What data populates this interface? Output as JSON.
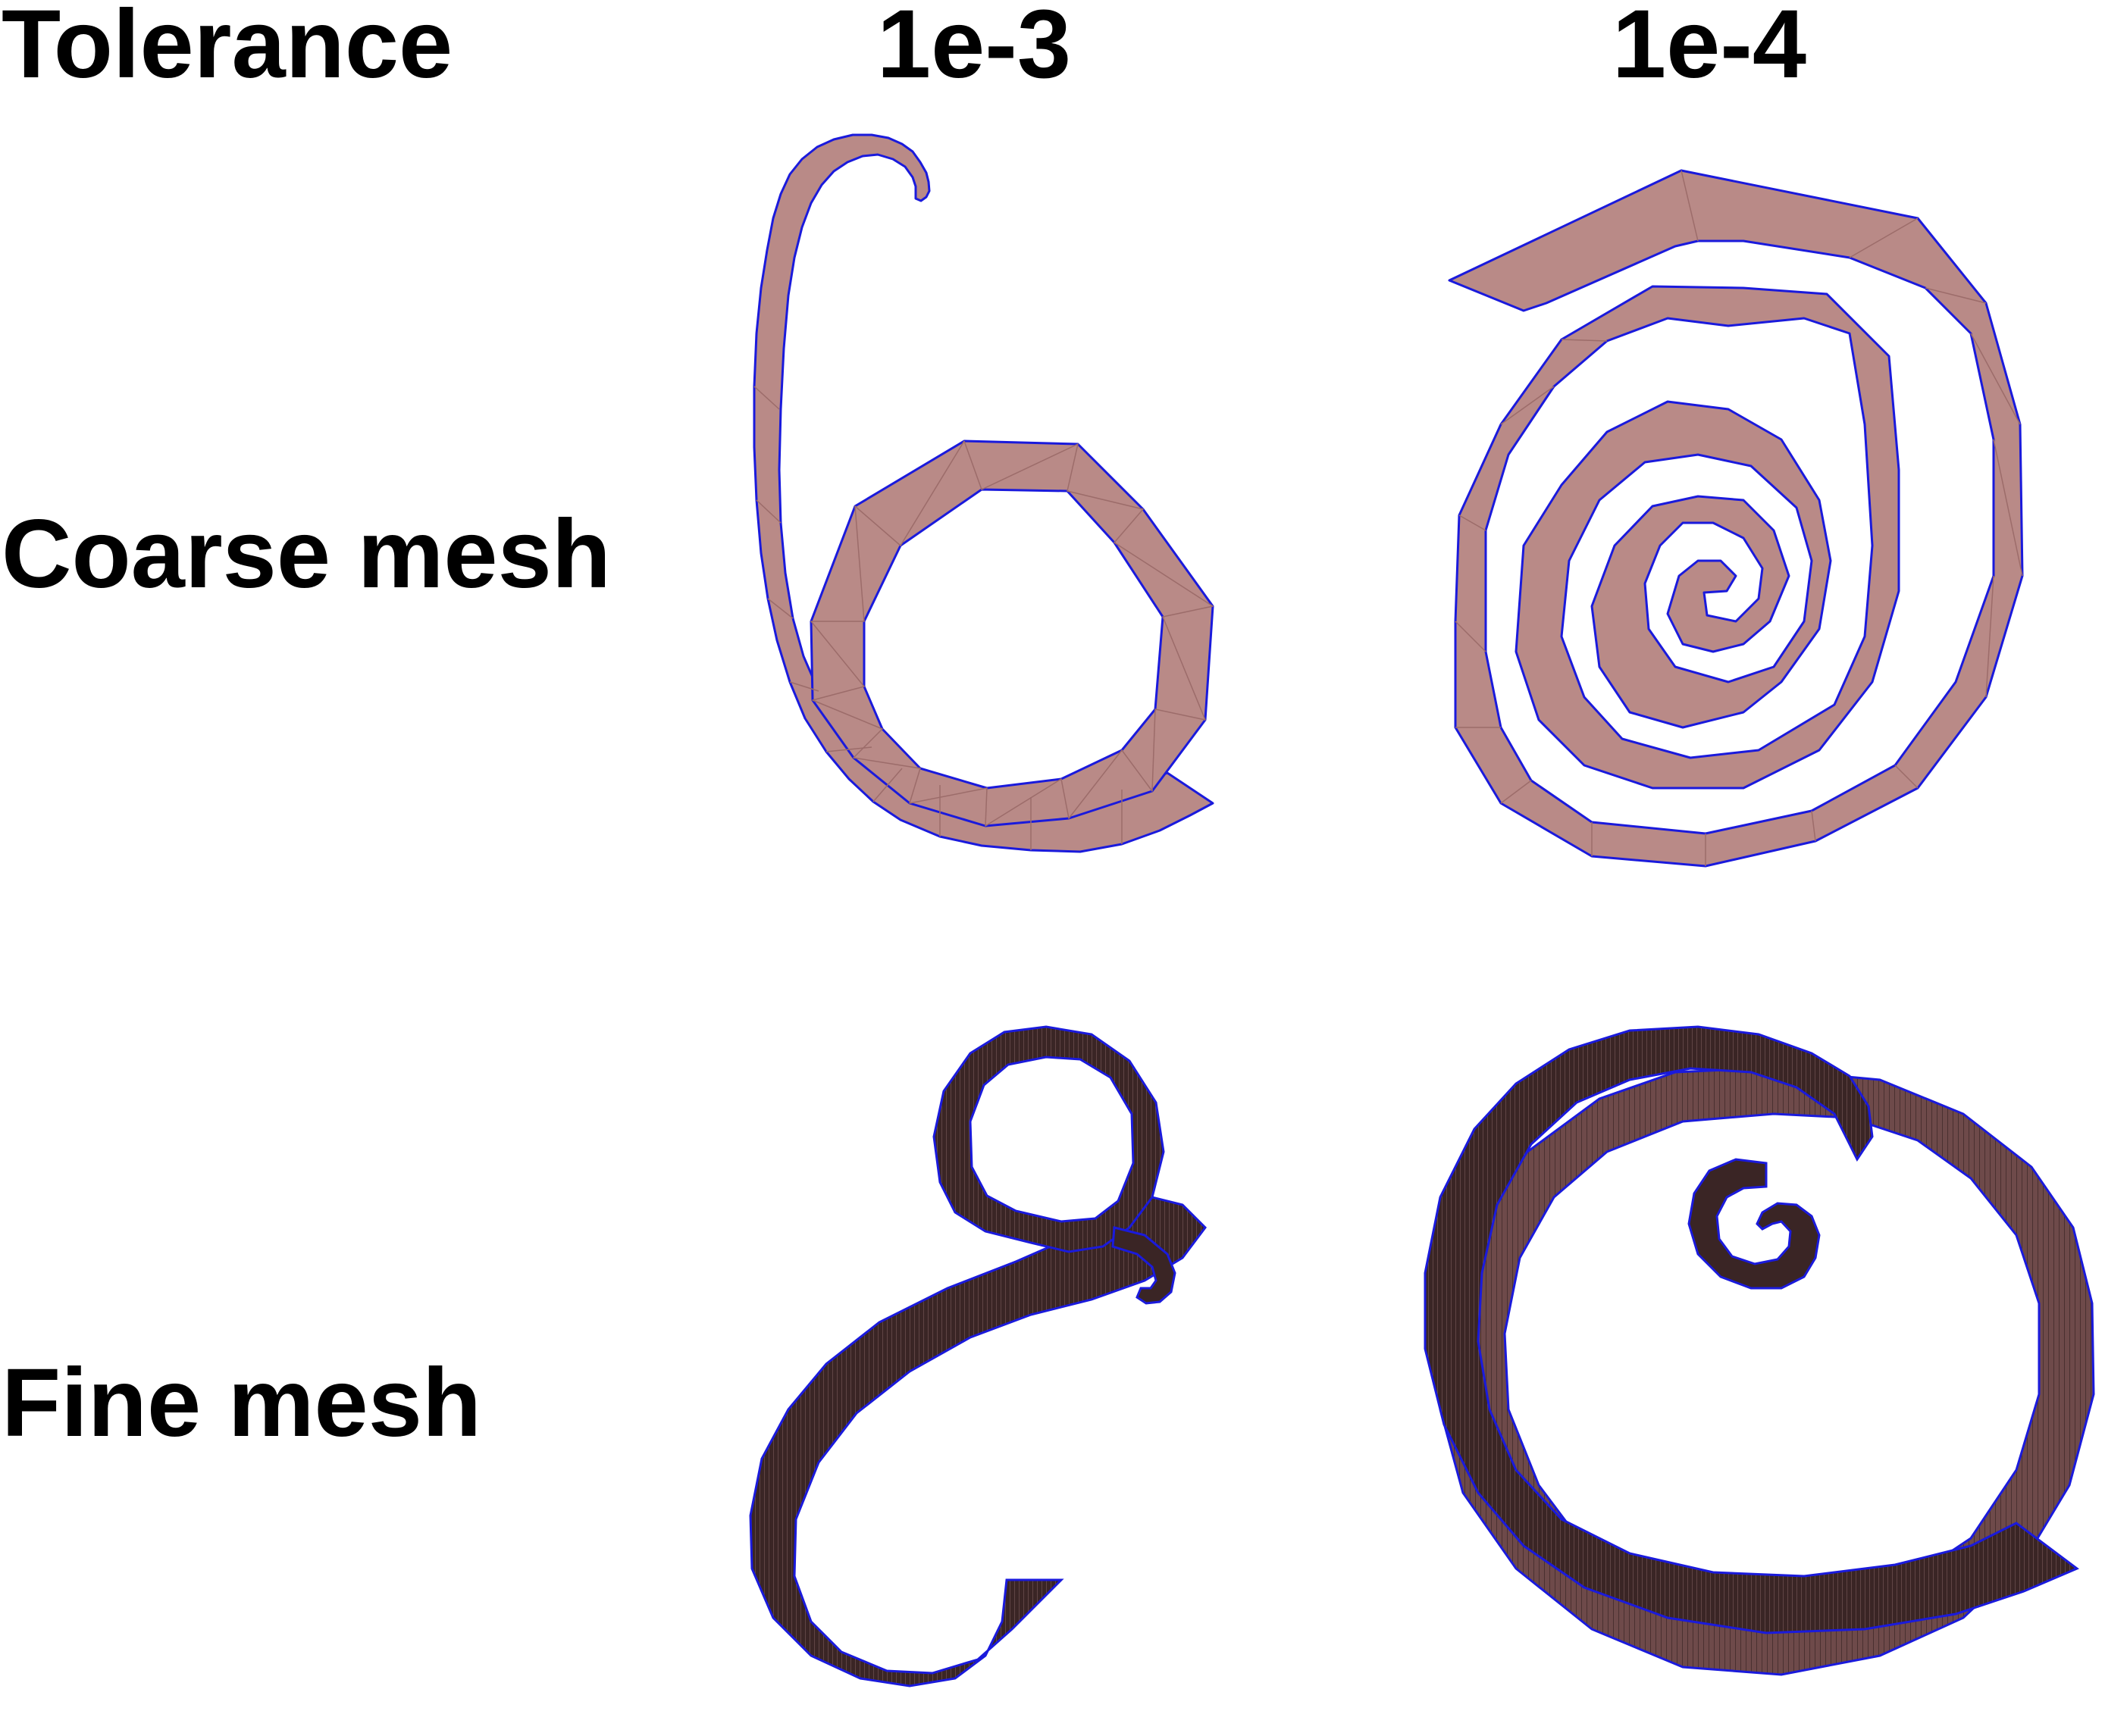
{
  "header": {
    "tolerance_label": "Tolerance",
    "col_1": "1e-3",
    "col_2": "1e-4"
  },
  "rows": {
    "coarse_label": "Coarse mesh",
    "fine_label": "Fine mesh"
  },
  "colors": {
    "coarse_fill": "#b98a87",
    "fine_fill": "#3a2525",
    "fine_light_fill": "#6e4a4a",
    "outline": "#1a1adc",
    "mesh_lines": "#9c6c6a"
  }
}
